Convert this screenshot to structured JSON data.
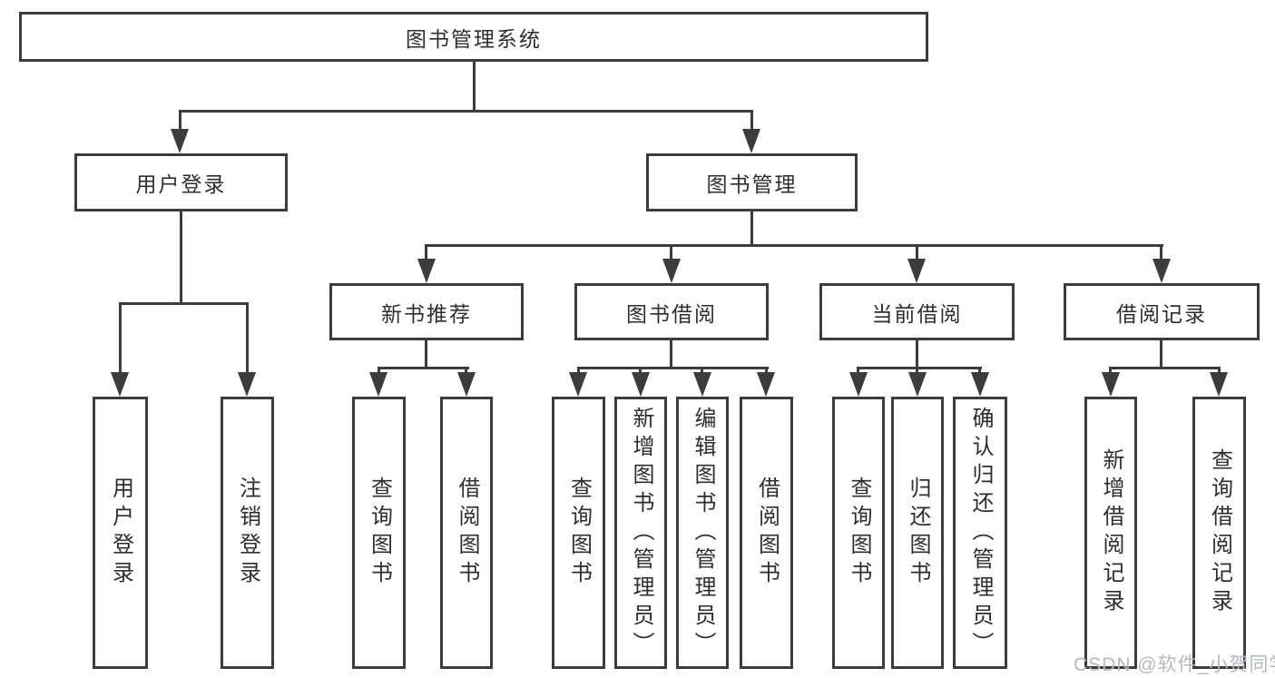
{
  "diagram_type": "hierarchy-tree",
  "colors": {
    "line": "#3c3c3c",
    "box_border": "#3c3c3c",
    "text": "#2e2e2e",
    "background": "#ffffff",
    "watermark": "#b5b9c1"
  },
  "tree": {
    "label": "图书管理系统",
    "children": [
      {
        "label": "用户登录",
        "children": [
          {
            "label": "用户登录"
          },
          {
            "label": "注销登录"
          }
        ]
      },
      {
        "label": "图书管理",
        "children": [
          {
            "label": "新书推荐",
            "children": [
              {
                "label": "查询图书"
              },
              {
                "label": "借阅图书"
              }
            ]
          },
          {
            "label": "图书借阅",
            "children": [
              {
                "label": "查询图书"
              },
              {
                "label": "新增图书（管理员）"
              },
              {
                "label": "编辑图书（管理员）"
              },
              {
                "label": "借阅图书"
              }
            ]
          },
          {
            "label": "当前借阅",
            "children": [
              {
                "label": "查询图书"
              },
              {
                "label": "归还图书"
              },
              {
                "label": "确认归还（管理员）"
              }
            ]
          },
          {
            "label": "借阅记录",
            "children": [
              {
                "label": "新增借阅记录"
              },
              {
                "label": "查询借阅记录"
              }
            ]
          }
        ]
      }
    ]
  },
  "watermark": {
    "text": "CSDN @软件_小贺同学"
  }
}
